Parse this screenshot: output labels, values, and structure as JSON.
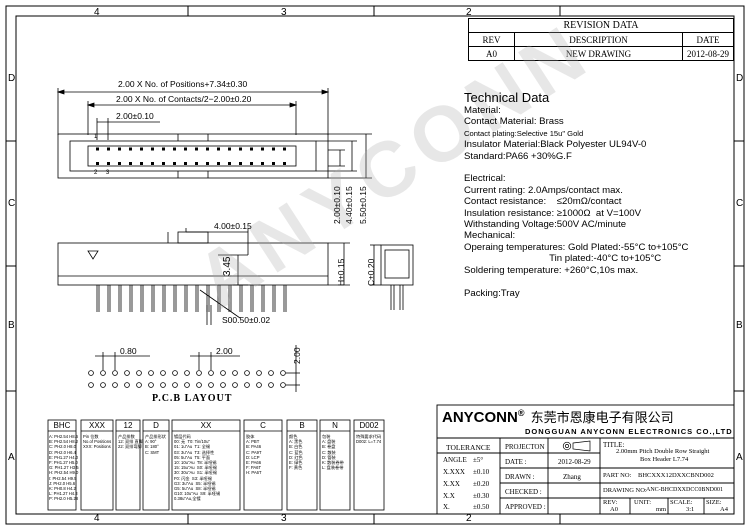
{
  "frame": {
    "top_labels": [
      "4",
      "3",
      "2"
    ],
    "bottom_labels": [
      "4",
      "3",
      "2"
    ],
    "left_labels": [
      "D",
      "C",
      "B",
      "A"
    ],
    "right_labels": [
      "D",
      "C",
      "B",
      "A"
    ]
  },
  "revision": {
    "title": "REVISION DATA",
    "headers": [
      "REV",
      "DESCRIPTION",
      "DATE"
    ],
    "rows": [
      [
        "A0",
        "NEW DRAWING",
        "2012-08-29"
      ]
    ]
  },
  "tech": {
    "heading": "Technical Data",
    "lines": [
      {
        "text": "Material:",
        "size": "n"
      },
      {
        "text": "Contact Material: Brass",
        "size": "n"
      },
      {
        "text": "Contact plating:Selective 15u\" Gold",
        "size": "s"
      },
      {
        "text": "Insulator Material:Black Polyester UL94V-0",
        "size": "n"
      },
      {
        "text": "Standard:PA66 +30%G.F",
        "size": "n"
      },
      {
        "text": "",
        "size": "n"
      },
      {
        "text": "Electrical:",
        "size": "n"
      },
      {
        "text": "Current rating: 2.0Amps/contact max.",
        "size": "n"
      },
      {
        "text": "Contact resistance:    ≤20mΩ/contact",
        "size": "n"
      },
      {
        "text": "Insulation resistance: ≥1000Ω  at V=100V",
        "size": "n"
      },
      {
        "text": "Withstanding Voltage:500V AC/minute",
        "size": "n"
      },
      {
        "text": "Mechanical:",
        "size": "n"
      },
      {
        "text": "Operaing temperatures: Gold Plated:-55°C to+105°C",
        "size": "n"
      },
      {
        "text": "                                Tin plated:-40°C to+105°C",
        "size": "n"
      },
      {
        "text": "Soldering temperature: +260°C,10s max.",
        "size": "n"
      },
      {
        "text": "",
        "size": "n"
      },
      {
        "text": "Packing:Tray",
        "size": "n"
      }
    ]
  },
  "watermark": "ANYCONN",
  "dims": {
    "overall": "2.00 X No. of Positions+7.34±0.30",
    "contacts": "2.00 X No. of Contacts/2−2.00±0.20",
    "pitch": "2.00±0.10",
    "pin1": "1",
    "pin2": "2",
    "pin3": "3",
    "v_2": "2.00±0.10",
    "v_440": "4.40±0.15",
    "v_550": "5.50±0.15",
    "h400": "4.00±0.15",
    "v_345": "3.45",
    "v_h": "H±0.15",
    "v_c": "C±0.20",
    "sq": "S00.50±0.02",
    "pcb_080": "0.80",
    "pcb_200": "2.00",
    "pcb_v200": "2.00",
    "pcb_label": "P.C.B  LAYOUT"
  },
  "code": {
    "headers": [
      "BHC",
      "XXX",
      "12",
      "D",
      "XX",
      "C",
      "B",
      "N",
      "D002"
    ],
    "col1": "A: PH2.54 H8.6\nB: PH2.54 H8.2\nC: PH2.0 H8.0\nD: PH2.0 H6.4\nE: PH1.27 H4.0\nF: PH1.27 H5.0\nG: PH1.27 H3.5\nH: PH2.54 H9.0\nI: PH2.54 H9.5\nJ: PH2.0 H5.6\nK: PH0.8 H4.2\nL: PH1.27 H4.3\nP: PH2.0 H5.28",
    "col2": "Pin 位数\nNo.of Positions\nXXX: Positions",
    "col3": "产品排数\n12: 双排 直脚\n22: 双排弯脚",
    "col4": "产品排形状\nA: 90°\nB: 180°\nC: SMT",
    "col5": "镀层代码\n00: 无  T0: Tin/10u\"\n01: 1u\"Au  T1: 全锡\n03: 3u\"Au  T3: 选择性\n05: 5u\"Au  T5: 平面\n10: 10u\"Au  T8: 半哑锡\n15: 15u\"Au  S0: 半哑锡\n30: 30u\"Au  S1: 半哑锡\nF0: 闪金  S3: 半哑锡\nG3: 3u\"Au  S5: 半哑锡\nG5: 5u\"Au  S8: 半哑锡\nG10: 10u\"Au  S9: 半哑锡\n0.38u\"Au,全镀",
    "col6": "胶体\nA: PBT\nB: PA46\nC: PA9T\nD: LCP\nE: PA66\nF: PA6T\nH: PA6T",
    "col7": "颜色\nA: 黑色\nB: 白色\nC: 蓝色\nD: 红色\nE: 绿色\nF: 黄色",
    "col8": "包装\nA: 盘装\nB: 卷盘\nC: 散装\nD: 管装\nK: 散装卷带\nL: 盘装卷带",
    "col9": "特殊要求代码\nD002: L=7.74"
  },
  "brand": {
    "name": "ANYCONN",
    "reg": "®",
    "cn": "东莞市恩康电子有限公司",
    "en": "DONGGUAN  ANYCONN  ELECTRONICS  CO.,LTD"
  },
  "tolerance": {
    "title": "TOLERANCE",
    "angle_label": "ANGLE",
    "angle_val": "±5°",
    "rows": [
      [
        "X.XXX",
        "±0.10"
      ],
      [
        "X.XX",
        "±0.20"
      ],
      [
        "X.X",
        "±0.30"
      ],
      [
        "X.",
        "±0.50"
      ]
    ]
  },
  "titleblock": {
    "projection_label": "PROJECTON",
    "date_label": "DATE :",
    "date_val": "2012-08-29",
    "drawn_label": "DRAWN :",
    "drawn_val": "Zhang",
    "checked_label": "CHECKED :",
    "approved_label": "APPROVED :",
    "title_label": "TITLE:",
    "title_line1": "2.00mm Pitch Double Row Straight",
    "title_line2": "Box Header L7.74",
    "part_label": "PART NO:",
    "part_val": "BHCXXX12DXXCBND002",
    "drawing_label": "DRAWING NO:",
    "drawing_val": "ANC-BHCDXXDCC0BND001",
    "rev_label": "REV:",
    "rev_val": "A0",
    "unit_label": "UNIT:",
    "unit_val": "mm",
    "scale_label": "SCALE:",
    "scale_val": "3:1",
    "size_label": "SIZE:",
    "size_val": "A4"
  }
}
